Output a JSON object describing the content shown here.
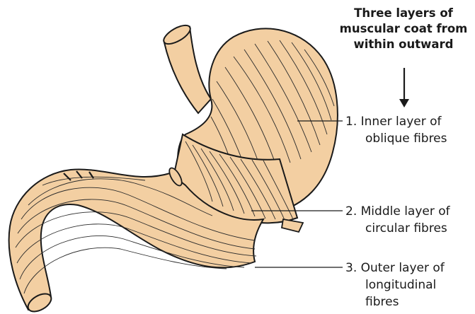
{
  "heading": {
    "line1": "Three layers of",
    "line2": "muscular coat from",
    "line3": "within outward"
  },
  "labels": [
    {
      "number": "1.",
      "line1": "Inner layer of",
      "line2": "oblique fibres"
    },
    {
      "number": "2.",
      "line1": "Middle layer of",
      "line2": "circular fibres"
    },
    {
      "number": "3.",
      "line1": "Outer layer of",
      "line2": "longitudinal",
      "line3": "fibres"
    }
  ],
  "colors": {
    "tissue": "#f3cfa2",
    "outline": "#1a1a1a",
    "fibre": "#2a2a2a"
  },
  "icons": {
    "down_arrow": "down-arrow-icon"
  }
}
